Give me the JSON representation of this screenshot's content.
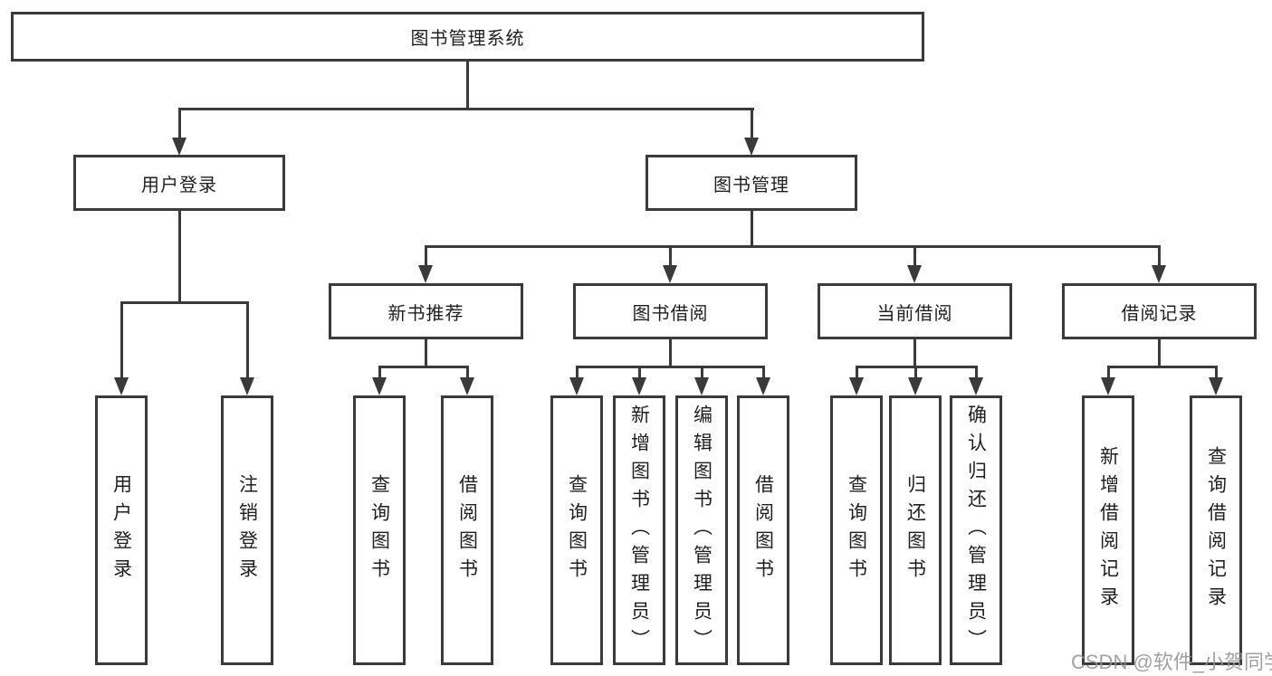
{
  "watermark": {
    "text": "CSDN @软件_小贺同学"
  },
  "colors": {
    "line": "#3a3a3a",
    "text": "#1f1f1f",
    "watermark": "#949494",
    "background": "#ffffff"
  },
  "tree": {
    "root": {
      "label": "图书管理系统",
      "children": [
        {
          "label": "用户登录",
          "children": [
            {
              "label": "用户登录"
            },
            {
              "label": "注销登录"
            }
          ]
        },
        {
          "label": "图书管理",
          "children": [
            {
              "label": "新书推荐",
              "children": [
                {
                  "label": "查询图书"
                },
                {
                  "label": "借阅图书"
                }
              ]
            },
            {
              "label": "图书借阅",
              "children": [
                {
                  "label": "查询图书"
                },
                {
                  "label": "新增图书（管理员）"
                },
                {
                  "label": "编辑图书（管理员）"
                },
                {
                  "label": "借阅图书"
                }
              ]
            },
            {
              "label": "当前借阅",
              "children": [
                {
                  "label": "查询图书"
                },
                {
                  "label": "归还图书"
                },
                {
                  "label": "确认归还（管理员）"
                }
              ]
            },
            {
              "label": "借阅记录",
              "children": [
                {
                  "label": "新增借阅记录"
                },
                {
                  "label": "查询借阅记录"
                }
              ]
            }
          ]
        }
      ]
    }
  }
}
